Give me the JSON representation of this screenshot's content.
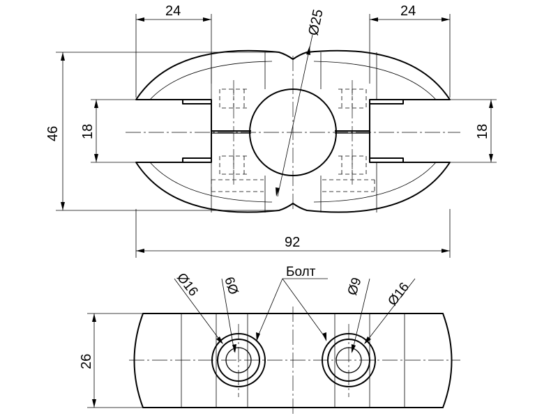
{
  "top_view": {
    "dim_left_width": "24",
    "dim_right_width": "24",
    "dim_bore_diameter": "Ø25",
    "dim_total_height": "46",
    "dim_slot_left": "18",
    "dim_slot_right": "18",
    "dim_total_length": "92"
  },
  "bottom_view": {
    "dim_height": "26",
    "label_bolt": "Болт",
    "dim_left_counterbore": "Ø16",
    "dim_left_hole": "6Ø",
    "dim_right_hole": "Ø9",
    "dim_right_counterbore": "Ø16"
  }
}
